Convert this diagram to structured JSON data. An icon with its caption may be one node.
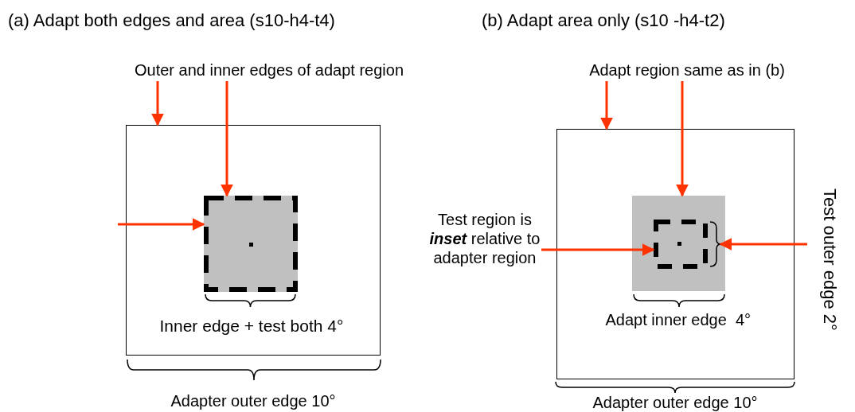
{
  "diagram": {
    "nodes": [
      {
        "text": [
          "Outer and inner edges of adapt region"
        ]
      },
      {
        "text": [],
        "shape": "box"
      },
      {
        "text": [],
        "shape": "box",
        "in": 1
      },
      {
        "text": [
          "Adapt region same as in (b)"
        ]
      },
      {
        "text": [],
        "shape": "box"
      },
      {
        "text": [],
        "shape": "box",
        "in": 4
      },
      {
        "text": [],
        "shape": "box",
        "in": 5
      },
      {
        "text": [
          "Test region is **inset** relative to adapter region"
        ]
      },
      {
        "text": [
          "Test outer edge 2°"
        ]
      }
    ],
    "edges": [
      {
        "from": 0,
        "to": 1,
        "arrow": "to"
      },
      {
        "from": 0,
        "to": 2,
        "arrow": "to"
      },
      {
        "from": null,
        "to": 2,
        "arrow": "to"
      },
      {
        "from": 3,
        "to": 4,
        "arrow": "to"
      },
      {
        "from": 3,
        "to": 5,
        "arrow": "to"
      },
      {
        "from": 7,
        "to": 6,
        "arrow": "to"
      },
      {
        "from": 8,
        "to": 6,
        "arrow": "to"
      }
    ],
    "labels": [
      "(a) Adapt both edges and area (s10-h4-t4)",
      "(b) Adapt area only (s10 -h4-t2)",
      "Inner edge + test both 4°",
      "Adapt inner edge  4°",
      "Adapter outer edge 10°",
      "Adapter outer edge 10°"
    ]
  }
}
